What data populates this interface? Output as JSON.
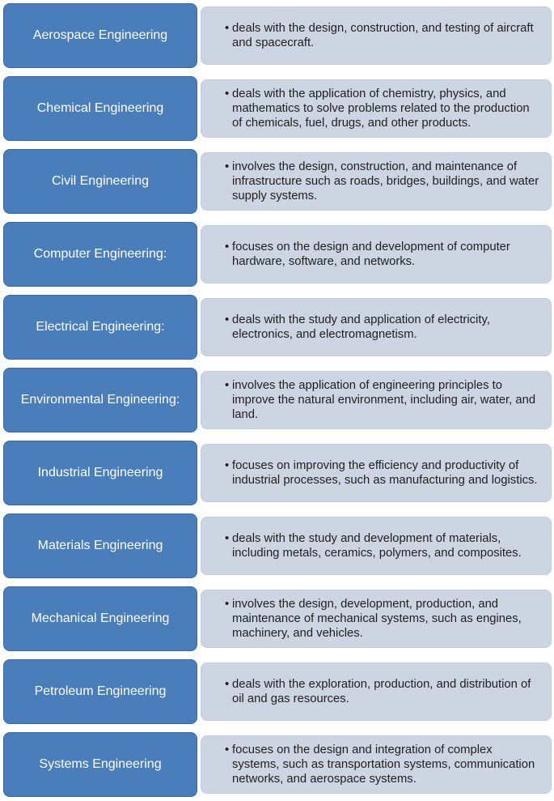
{
  "items": [
    {
      "title": "Aerospace Engineering",
      "desc": "deals with the design, construction, and testing of aircraft and spacecraft."
    },
    {
      "title": "Chemical Engineering",
      "desc": "deals with the application of chemistry, physics, and mathematics to solve problems related to the production of chemicals, fuel, drugs, and other products."
    },
    {
      "title": "Civil Engineering",
      "desc": "involves the design, construction, and maintenance of infrastructure such as roads, bridges, buildings, and water supply systems."
    },
    {
      "title": "Computer Engineering:",
      "desc": "focuses on the design and development of computer hardware, software, and networks."
    },
    {
      "title": "Electrical Engineering:",
      "desc": "deals with the study and application of electricity, electronics, and electromagnetism."
    },
    {
      "title": "Environmental Engineering:",
      "desc": "involves the application of engineering principles to improve the natural environment, including air, water, and land."
    },
    {
      "title": "Industrial Engineering",
      "desc": "focuses on improving the efficiency and productivity of industrial processes, such as manufacturing and logistics."
    },
    {
      "title": "Materials Engineering",
      "desc": "deals with the study and development of materials, including metals, ceramics, polymers, and composites."
    },
    {
      "title": "Mechanical Engineering",
      "desc": "involves the design, development, production, and maintenance of mechanical systems, such as engines, machinery, and vehicles."
    },
    {
      "title": "Petroleum Engineering",
      "desc": "deals with the exploration, production, and distribution of oil and gas resources."
    },
    {
      "title": "Systems Engineering",
      "desc": "focuses on the design and integration of complex systems, such as transportation systems, communication networks, and aerospace systems."
    }
  ]
}
